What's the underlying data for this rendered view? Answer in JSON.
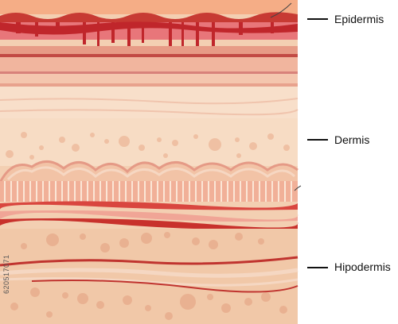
{
  "labels": {
    "epidermis": "Epidermis",
    "dermis": "Dermis",
    "hypodermis": "Hipodermis"
  },
  "side_id": "620517071",
  "colors": {
    "surface": "#f3a37f",
    "blood_red": "#c0262b",
    "dermis_light": "#f7dcc4",
    "hypodermis": "#f1c8a8",
    "fat_cell": "#e9b191",
    "label_text": "#111111"
  }
}
